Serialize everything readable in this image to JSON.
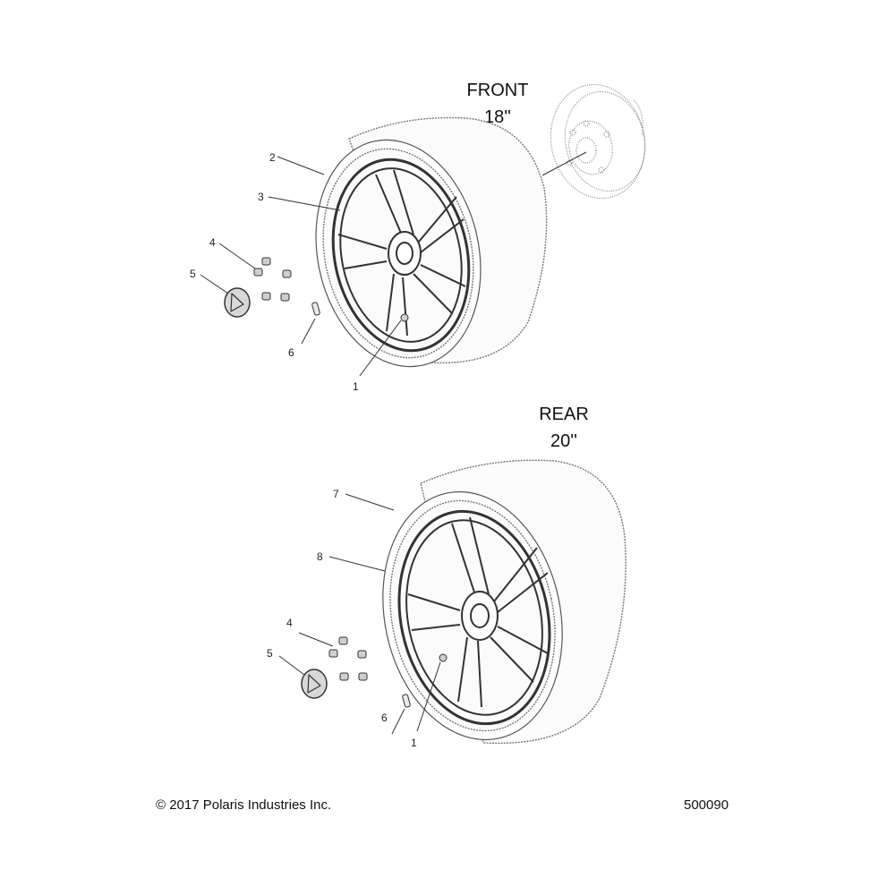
{
  "sections": {
    "front": {
      "title_line1": "FRONT",
      "title_line2": "18''"
    },
    "rear": {
      "title_line1": "REAR",
      "title_line2": "20''"
    }
  },
  "callouts": {
    "front": {
      "tire": "2",
      "wheel": "3",
      "lug_nut": "4",
      "center_cap": "5",
      "valve_stem": "6",
      "valve": "1"
    },
    "rear": {
      "tire": "7",
      "wheel": "8",
      "lug_nut": "4",
      "center_cap": "5",
      "valve_stem": "6",
      "valve": "1"
    }
  },
  "footer": {
    "copyright": "© 2017 Polaris Industries Inc.",
    "drawing_number": "500090"
  }
}
